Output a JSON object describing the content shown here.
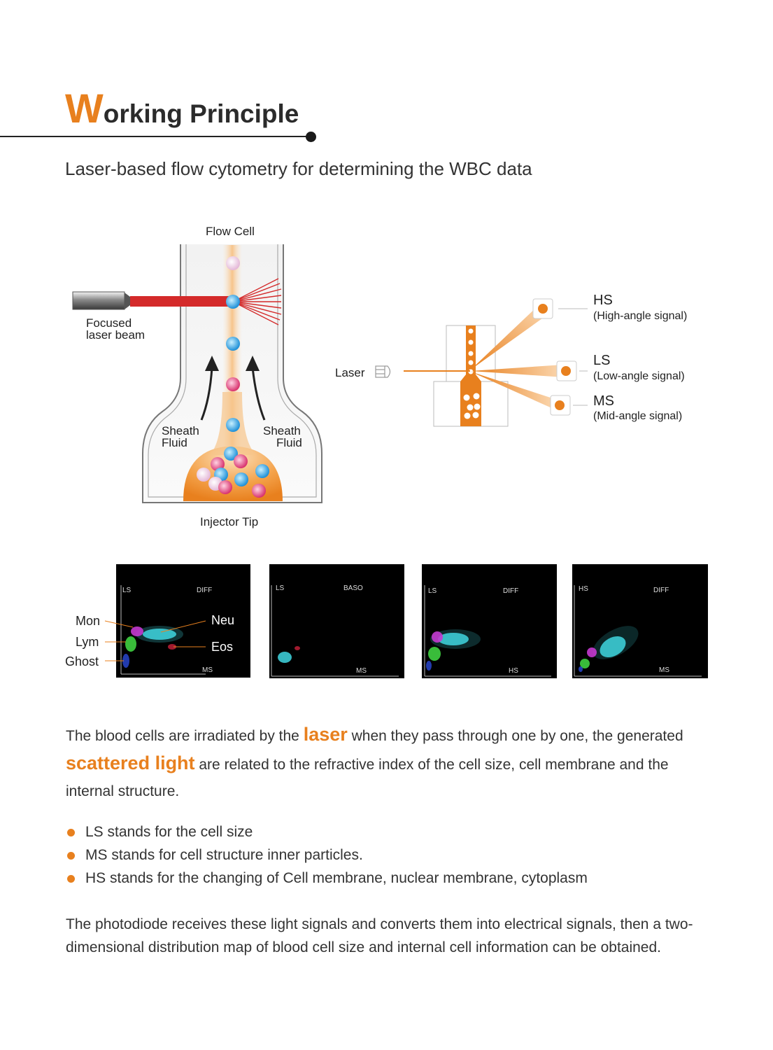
{
  "header": {
    "title_initial": "W",
    "title_rest": "orking Principle",
    "subtitle": "Laser-based flow cytometry for determining the WBC data"
  },
  "flow_cell": {
    "label_top": "Flow Cell",
    "label_bottom": "Injector Tip",
    "laser_label_line1": "Focused",
    "laser_label_line2": "laser beam",
    "sheath_left_line1": "Sheath",
    "sheath_left_line2": "Fluid",
    "sheath_right_line1": "Sheath",
    "sheath_right_line2": "Fluid"
  },
  "signals": {
    "laser_label": "Laser",
    "items": [
      {
        "name": "HS",
        "desc": "(High-angle signal)"
      },
      {
        "name": "LS",
        "desc": "(Low-angle signal)"
      },
      {
        "name": "MS",
        "desc": "(Mid-angle signal)"
      }
    ]
  },
  "scatter_plots": [
    {
      "y_label": "LS",
      "title": "DIFF",
      "x_label": "MS"
    },
    {
      "y_label": "LS",
      "title": "BASO",
      "x_label": "MS"
    },
    {
      "y_label": "LS",
      "title": "DIFF",
      "x_label": "HS"
    },
    {
      "y_label": "HS",
      "title": "DIFF",
      "x_label": "MS"
    }
  ],
  "populations": {
    "mon": "Mon",
    "lym": "Lym",
    "ghost": "Ghost",
    "neu": "Neu",
    "eos": "Eos"
  },
  "colors": {
    "accent": "#e8801e",
    "laser_red": "#d42a2a",
    "cell_blue": "#29a3e0",
    "cell_pink": "#e0447a",
    "dot_cyan": "#3fd6e0",
    "dot_magenta": "#c43ad0",
    "dot_green": "#3fd040",
    "dot_red": "#c8203a"
  },
  "description": {
    "p1_a": "The blood cells are irradiated by the ",
    "p1_hl1": "laser",
    "p1_b": " when they pass through one by one, the generated ",
    "p1_hl2": "scattered light",
    "p1_c": " are related to the refractive index of the cell size, cell membrane and the internal structure.",
    "bullets": [
      "LS stands for the cell size",
      "MS stands for cell structure inner particles.",
      "HS stands for the changing of Cell membrane, nuclear membrane, cytoplasm"
    ],
    "p2": "The photodiode receives these light signals and converts them into electrical signals, then a two-dimensional distribution map of blood cell size and internal cell information can be obtained."
  }
}
